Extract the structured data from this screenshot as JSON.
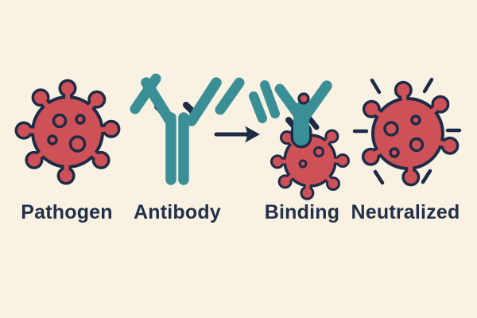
{
  "diagram": {
    "steps": [
      {
        "id": "pathogen",
        "label": "Pathogen",
        "icon": "virus-icon"
      },
      {
        "id": "antibody",
        "label": "Antibody",
        "icon": "antibody-y-icon"
      },
      {
        "id": "binding",
        "label": "Binding",
        "icon": "antibody-bound-virus-icon"
      },
      {
        "id": "neutralized",
        "label": "Neutralized",
        "icon": "neutralized-virus-burst-icon"
      }
    ],
    "connector": {
      "icon": "right-arrow-icon",
      "glyph": "→"
    }
  },
  "colors": {
    "background": "#f9f2e3",
    "virus_red": "#cd5156",
    "antibody_teal": "#3a8f96",
    "outline_navy": "#1e2b47",
    "text_navy": "#22304a"
  }
}
